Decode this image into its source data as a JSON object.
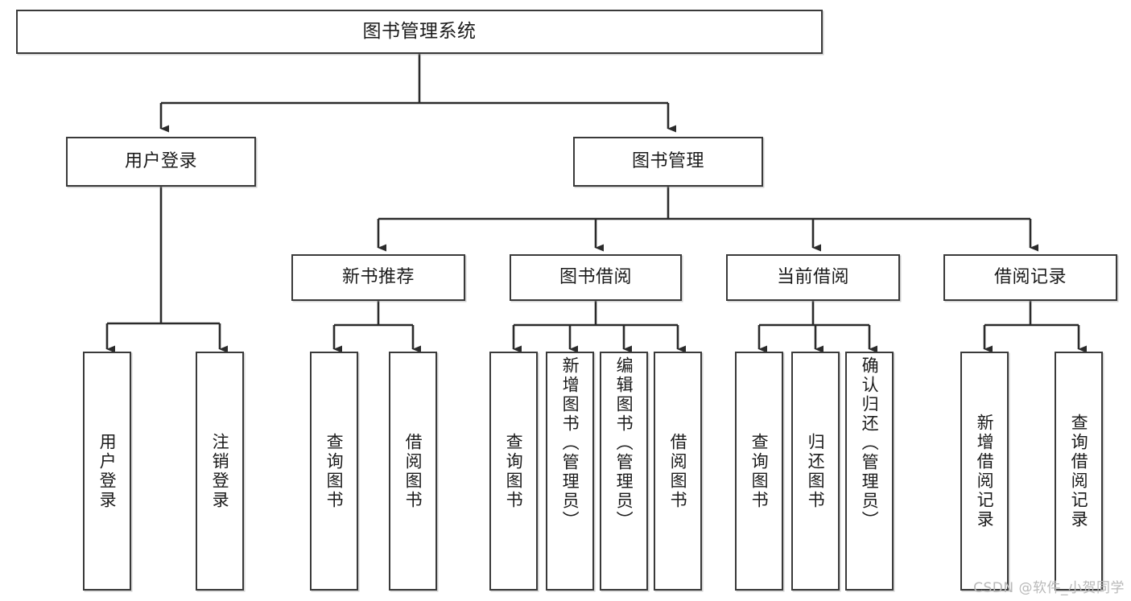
{
  "diagram": {
    "title": "图书管理系统",
    "type": "tree-hierarchy-diagram",
    "colors": {
      "box_border": "#3a3a3a",
      "box_fill": "#ffffff",
      "connector": "#2b2b2b",
      "text": "#1b1b1b",
      "watermark": "#b9b9b9",
      "background": "#ffffff"
    },
    "root": {
      "label": "图书管理系统"
    },
    "level2": [
      {
        "label": "用户登录"
      },
      {
        "label": "图书管理"
      }
    ],
    "level3": [
      {
        "label": "新书推荐"
      },
      {
        "label": "图书借阅"
      },
      {
        "label": "当前借阅"
      },
      {
        "label": "借阅记录"
      }
    ],
    "leaves": {
      "user_login": [
        {
          "label": "用户登录"
        },
        {
          "label": "注销登录"
        }
      ],
      "new_book_recommend": [
        {
          "label": "查询图书"
        },
        {
          "label": "借阅图书"
        }
      ],
      "book_borrow": [
        {
          "label": "查询图书"
        },
        {
          "label": "新增图书（管理员）"
        },
        {
          "label": "编辑图书（管理员）"
        },
        {
          "label": "借阅图书"
        }
      ],
      "current_borrow": [
        {
          "label": "查询图书"
        },
        {
          "label": "归还图书"
        },
        {
          "label": "确认归还（管理员）"
        }
      ],
      "borrow_record": [
        {
          "label": "新增借阅记录"
        },
        {
          "label": "查询借阅记录"
        }
      ]
    }
  },
  "watermark": {
    "text": "CSDN @软件_小贺同学"
  }
}
